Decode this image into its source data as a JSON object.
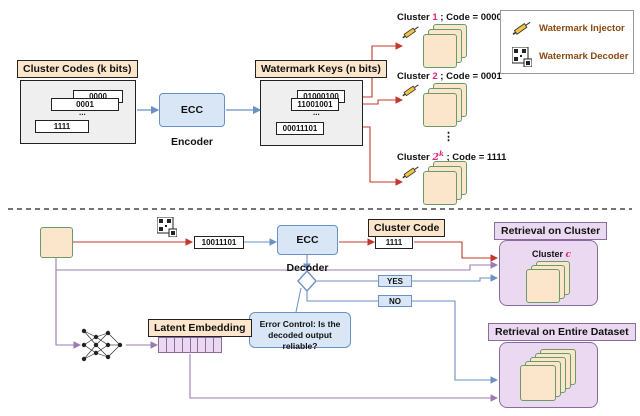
{
  "top": {
    "cluster_codes_title": "Cluster Codes (k bits)",
    "cluster_codes": [
      "0000",
      "0001",
      "...",
      "1111"
    ],
    "ecc_encoder_label": "ECC Encoder",
    "watermark_keys_title": "Watermark Keys (n bits)",
    "watermark_keys": [
      "01000100",
      "11001001",
      "...",
      "00011101"
    ],
    "cluster_rows": [
      {
        "prefix": "Cluster ",
        "id": "1",
        "suffix": " ; Code = 0000"
      },
      {
        "prefix": "Cluster ",
        "id": "2",
        "suffix": " ; Code = 0001"
      },
      {
        "prefix": "Cluster ",
        "id": "2^k",
        "suffix": " ; Code = 1111"
      }
    ],
    "vertical_ellipsis": "⋮"
  },
  "legend": {
    "injector_label": "Watermark Injector",
    "decoder_label": "Watermark Decoder"
  },
  "bottom": {
    "extracted_key": "10011101",
    "ecc_decoder_label": "ECC Decoder",
    "cluster_code_title": "Cluster Code",
    "cluster_code_value": "1111",
    "yes_label": "YES",
    "no_label": "NO",
    "error_control_text": "Error Control: Is the decoded output reliable?",
    "latent_embedding_title": "Latent Embedding",
    "retrieval_cluster_title": "Retrieval on Cluster",
    "retrieval_cluster_inner": "Cluster ",
    "retrieval_cluster_var": "c",
    "retrieval_dataset_title": "Retrieval on Entire Dataset"
  },
  "colors": {
    "card_fill": "#fbe6cc",
    "card_border": "#6a9a6a",
    "blue_fill": "#d9e6f5",
    "purple_fill": "#ead9f1",
    "red_arrow": "#c0392b",
    "blue_arrow": "#6b90c4",
    "purple_arrow": "#9b7bb0"
  },
  "icons": [
    "syringe-icon",
    "qr-decoder-icon",
    "neural-network-icon",
    "diamond-decision-icon"
  ]
}
